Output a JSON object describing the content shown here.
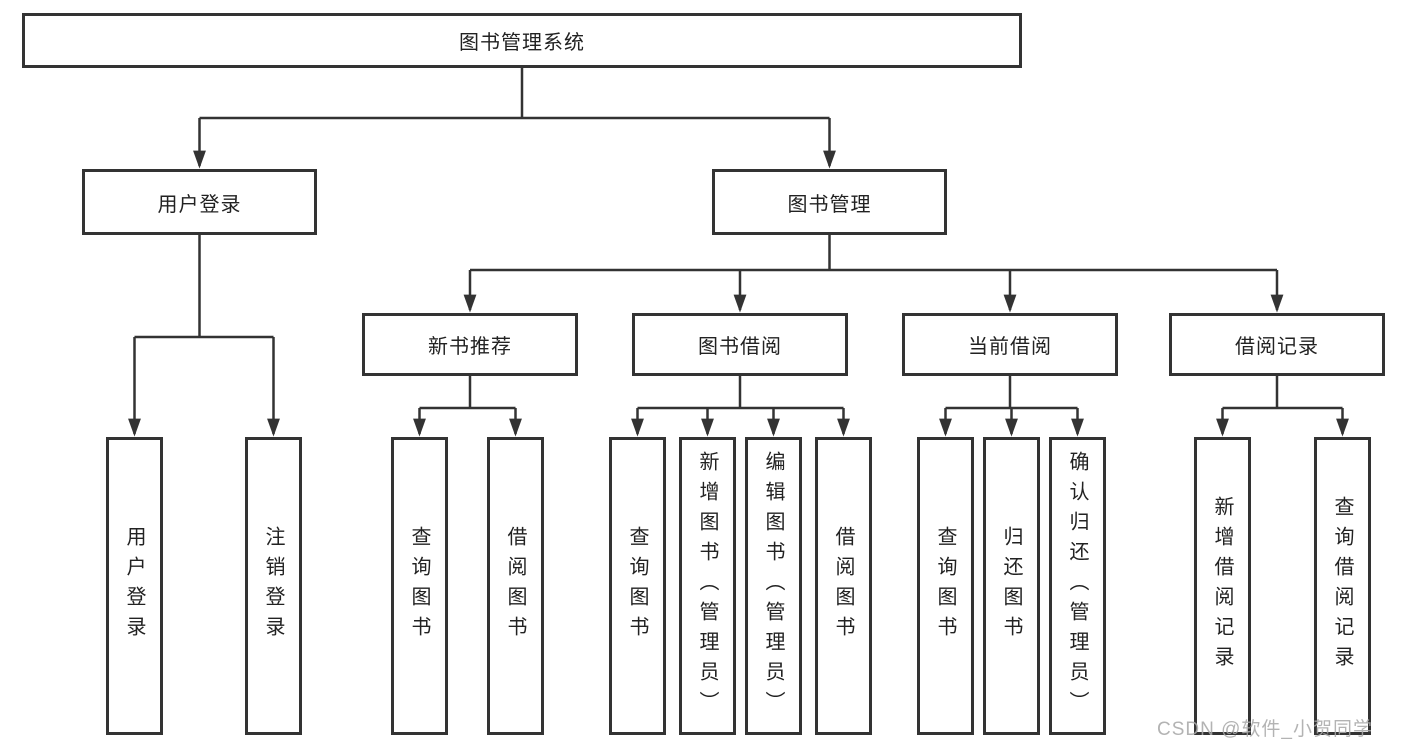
{
  "tree": {
    "root": {
      "label": "图书管理系统"
    },
    "branches": [
      {
        "label": "用户登录",
        "leaves": [
          {
            "label": "用户登录"
          },
          {
            "label": "注销登录"
          }
        ]
      },
      {
        "label": "图书管理",
        "groups": [
          {
            "label": "新书推荐",
            "leaves": [
              {
                "label": "查询图书"
              },
              {
                "label": "借阅图书"
              }
            ]
          },
          {
            "label": "图书借阅",
            "leaves": [
              {
                "label": "查询图书"
              },
              {
                "label": "新增图书（管理员）"
              },
              {
                "label": "编辑图书（管理员）"
              },
              {
                "label": "借阅图书"
              }
            ]
          },
          {
            "label": "当前借阅",
            "leaves": [
              {
                "label": "查询图书"
              },
              {
                "label": "归还图书"
              },
              {
                "label": "确认归还（管理员）"
              }
            ]
          },
          {
            "label": "借阅记录",
            "leaves": [
              {
                "label": "新增借阅记录"
              },
              {
                "label": "查询借阅记录"
              }
            ]
          }
        ]
      }
    ]
  },
  "watermark": "CSDN @软件_小贺同学",
  "colors": {
    "line": "#333333",
    "box_border": "#333333",
    "box_background": "#ffffff",
    "text": "#222222",
    "watermark": "#a8a8a8"
  }
}
